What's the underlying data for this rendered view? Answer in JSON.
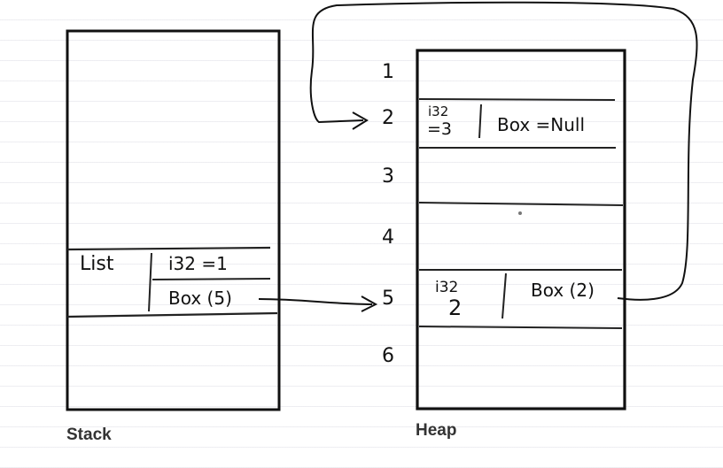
{
  "stack": {
    "caption": "Stack",
    "cell_label": "List",
    "field_value": "i32 =1",
    "field_pointer": "Box (5)"
  },
  "heap": {
    "caption": "Heap",
    "slot_numbers": [
      "1",
      "2",
      "3",
      "4",
      "5",
      "6"
    ],
    "slot2": {
      "value_label": "i32",
      "value": "=3",
      "pointer": "Box =Null"
    },
    "slot5": {
      "value_label": "i32",
      "value": "2",
      "pointer": "Box (2)"
    }
  }
}
